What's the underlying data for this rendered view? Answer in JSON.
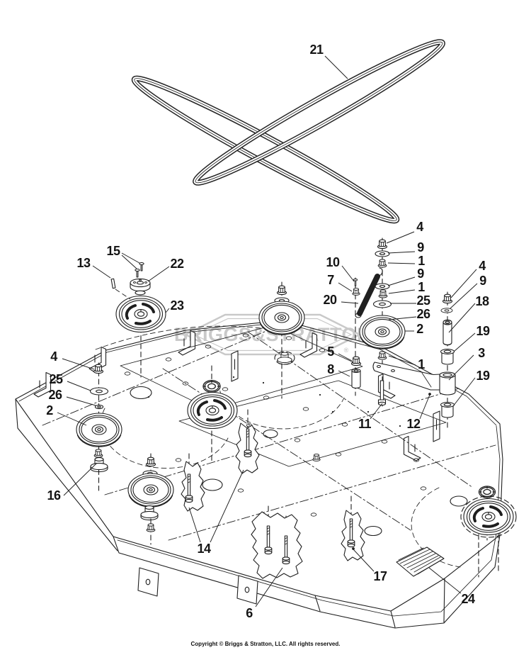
{
  "diagram": {
    "colors": {
      "line": "#1e1e1e",
      "watermark": "#c9c9c9",
      "background": "#ffffff"
    },
    "watermark": {
      "brand": "BRIGGS&STRATTON",
      "registered": "®"
    },
    "footer": {
      "copyright": "Copyright © Briggs & Stratton, LLC. All rights reserved."
    },
    "callouts": [
      {
        "text": "21"
      },
      {
        "text": "15"
      },
      {
        "text": "13"
      },
      {
        "text": "22"
      },
      {
        "text": "23"
      },
      {
        "text": "4"
      },
      {
        "text": "25"
      },
      {
        "text": "26"
      },
      {
        "text": "2"
      },
      {
        "text": "16"
      },
      {
        "text": "4"
      },
      {
        "text": "9"
      },
      {
        "text": "1"
      },
      {
        "text": "9"
      },
      {
        "text": "1"
      },
      {
        "text": "25"
      },
      {
        "text": "26"
      },
      {
        "text": "2"
      },
      {
        "text": "1"
      },
      {
        "text": "10"
      },
      {
        "text": "7"
      },
      {
        "text": "20"
      },
      {
        "text": "5"
      },
      {
        "text": "8"
      },
      {
        "text": "11"
      },
      {
        "text": "12"
      },
      {
        "text": "4"
      },
      {
        "text": "9"
      },
      {
        "text": "18"
      },
      {
        "text": "19"
      },
      {
        "text": "3"
      },
      {
        "text": "19"
      },
      {
        "text": "14"
      },
      {
        "text": "6"
      },
      {
        "text": "17"
      },
      {
        "text": "24"
      }
    ]
  }
}
